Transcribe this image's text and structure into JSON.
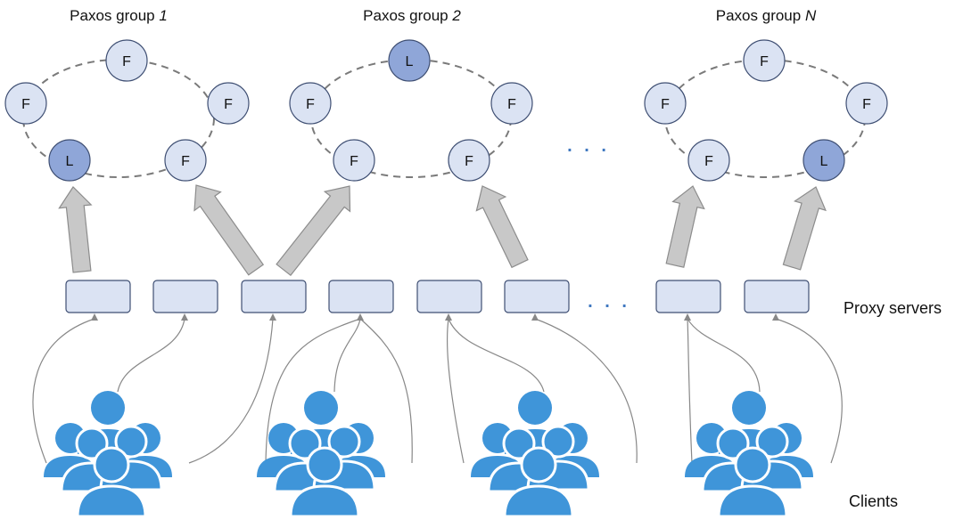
{
  "colors": {
    "follower_fill": "#dbe3f3",
    "leader_fill": "#8fa6d8",
    "node_stroke": "#3f4f73",
    "ring_stroke": "#7a7a7a",
    "arrow_fill": "#c8c8c8",
    "arrow_stroke": "#8c8c8c",
    "proxy_fill": "#dbe3f3",
    "proxy_stroke": "#3f4f73",
    "client_fill": "#3f95d9",
    "link_stroke": "#888888",
    "ellipsis": "#3f78c0"
  },
  "groups": [
    {
      "title": "Paxos group ",
      "number": "1",
      "nodes": [
        "F",
        "F",
        "F",
        "L",
        "F"
      ],
      "leader_index": 3
    },
    {
      "title": "Paxos group ",
      "number": "2",
      "nodes": [
        "L",
        "F",
        "F",
        "F",
        "F"
      ],
      "leader_index": 0
    },
    {
      "title": "Paxos group ",
      "number": "N",
      "nodes": [
        "F",
        "F",
        "F",
        "F",
        "L"
      ],
      "leader_index": 4
    }
  ],
  "labels": {
    "proxy_servers": "Proxy servers",
    "clients": "Clients",
    "ellipsis": ". . ."
  },
  "icons": {
    "client_group": "users-group-icon"
  }
}
